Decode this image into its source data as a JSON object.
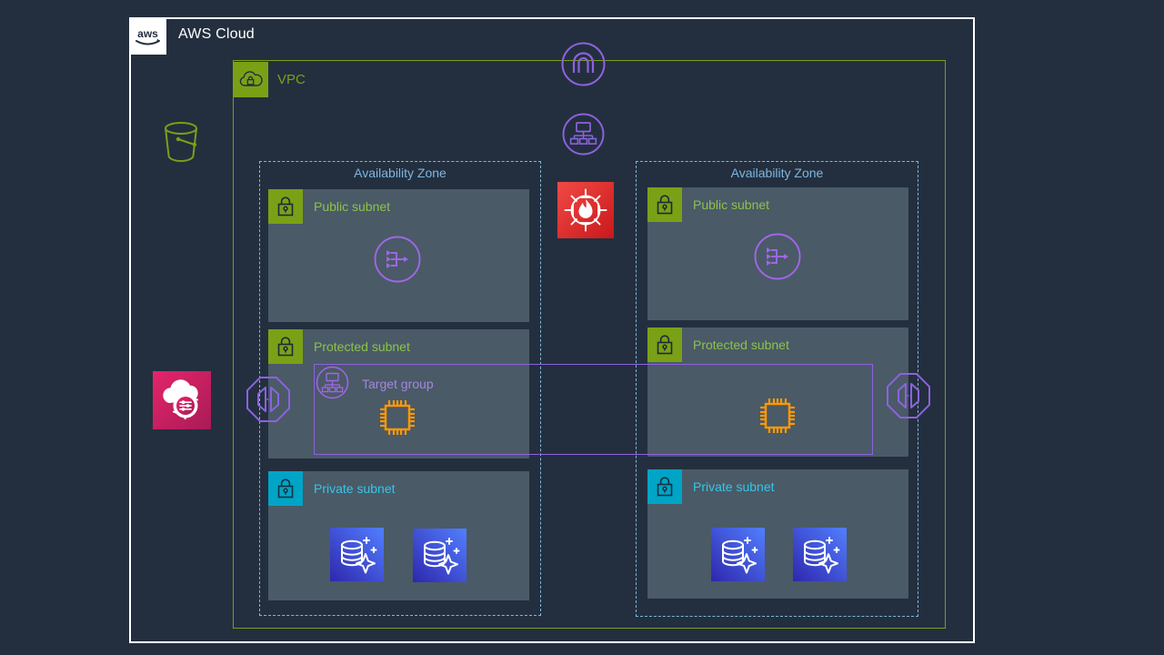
{
  "diagram": {
    "background_color": "#232f3e",
    "cloud": {
      "label": "AWS Cloud",
      "logo_icon": "aws-logo-icon",
      "border_color": "#ffffff"
    },
    "vpc": {
      "label": "VPC",
      "icon": "vpc-cloud-lock-icon",
      "color": "#7aa116"
    },
    "availability_zones": [
      {
        "label": "Availability Zone",
        "color": "#7eb6dd",
        "subnets": [
          {
            "label": "Public subnet",
            "type": "public",
            "icon": "padlock-icon",
            "badge_color": "#7aa116",
            "text_color": "#8bc34a",
            "resources": [
              {
                "name": "nat-gateway-icon",
                "color": "#a166e8"
              }
            ]
          },
          {
            "label": "Protected subnet",
            "type": "protected",
            "icon": "padlock-icon",
            "badge_color": "#7aa116",
            "text_color": "#8bc34a",
            "resources": [
              {
                "name": "ec2-instance-icon",
                "color": "#ff9900"
              }
            ]
          },
          {
            "label": "Private subnet",
            "type": "private",
            "icon": "padlock-icon",
            "badge_color": "#00a4c7",
            "text_color": "#35c6e8",
            "resources": [
              {
                "name": "database-icon",
                "color": "#3b48cc"
              },
              {
                "name": "database-icon",
                "color": "#3b48cc"
              }
            ]
          }
        ]
      },
      {
        "label": "Availability Zone",
        "color": "#7eb6dd",
        "subnets": [
          {
            "label": "Public subnet",
            "type": "public",
            "icon": "padlock-icon",
            "badge_color": "#7aa116",
            "text_color": "#8bc34a",
            "resources": [
              {
                "name": "nat-gateway-icon",
                "color": "#a166e8"
              }
            ]
          },
          {
            "label": "Protected subnet",
            "type": "protected",
            "icon": "padlock-icon",
            "badge_color": "#7aa116",
            "text_color": "#8bc34a",
            "resources": [
              {
                "name": "ec2-instance-icon",
                "color": "#ff9900"
              }
            ]
          },
          {
            "label": "Private subnet",
            "type": "private",
            "icon": "padlock-icon",
            "badge_color": "#00a4c7",
            "text_color": "#35c6e8",
            "resources": [
              {
                "name": "database-icon",
                "color": "#3b48cc"
              },
              {
                "name": "database-icon",
                "color": "#3b48cc"
              }
            ]
          }
        ]
      }
    ],
    "target_group": {
      "label": "Target group",
      "icon": "target-group-icon",
      "color": "#8c62de",
      "spans_zones": true
    },
    "standalone_resources": [
      {
        "name": "s3-bucket-icon",
        "color": "#7aa116",
        "style": "outline"
      },
      {
        "name": "cloudfront-icon",
        "color": "#c7237a",
        "style": "filled-square"
      },
      {
        "name": "internet-gateway-icon",
        "color": "#8c62de",
        "style": "outline-circle"
      },
      {
        "name": "route-table-icon",
        "color": "#8c62de",
        "style": "outline-circle"
      },
      {
        "name": "network-firewall-icon",
        "color": "#e02020",
        "style": "filled-square"
      },
      {
        "name": "elastic-load-balancer-icon",
        "color": "#8c62de",
        "style": "outline-octagon"
      },
      {
        "name": "elastic-load-balancer-icon",
        "color": "#8c62de",
        "style": "outline-octagon"
      }
    ]
  }
}
